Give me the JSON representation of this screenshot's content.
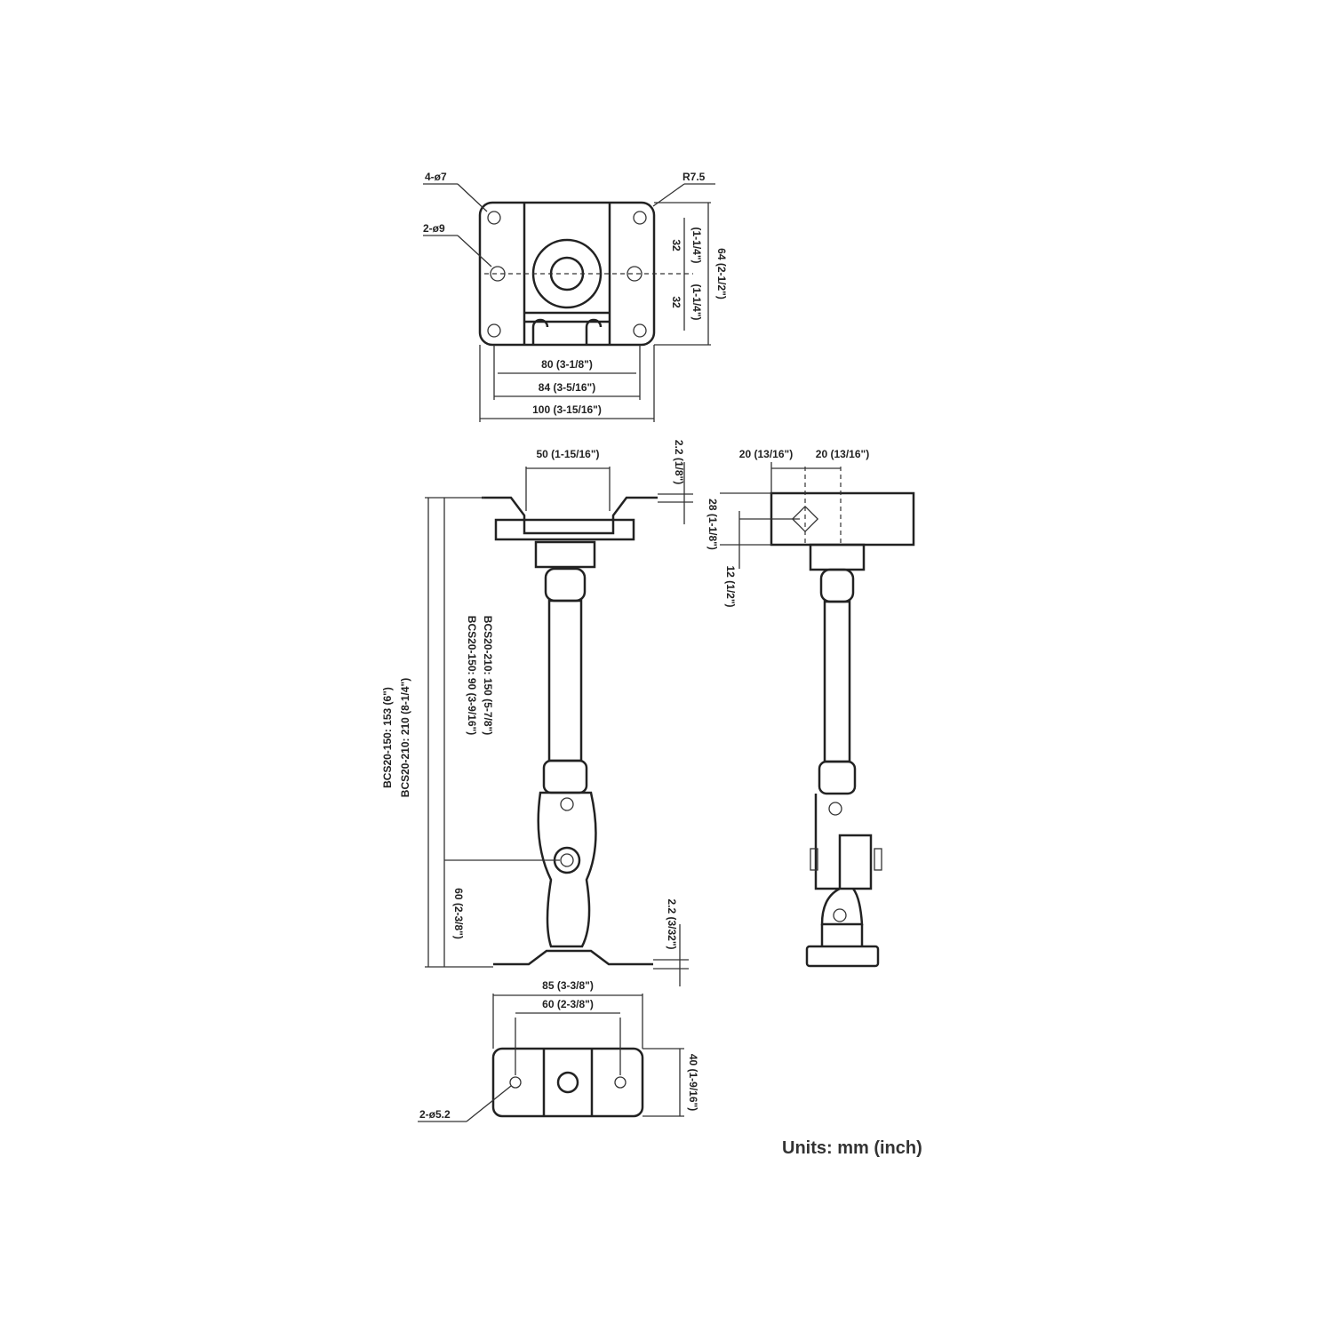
{
  "drawing": {
    "top_view": {
      "hole_corner": "4-ø7",
      "radius": "R7.5",
      "hole_side": "2-ø9",
      "v_dim_upper": "32",
      "v_dim_lower": "32",
      "v_dim_upper_inch": "(1-1/4\")",
      "v_dim_lower_inch": "(1-1/4\")",
      "v_dim_total": "64 (2-1/2\")",
      "h_dim_1": "80 (3-1/8\")",
      "h_dim_2": "84 (3-5/16\")",
      "h_dim_3": "100 (3-15/16\")"
    },
    "front_view": {
      "top_width": "50 (1-15/16\")",
      "top_thickness": "2.2 (1/8\")",
      "length_150_total": "BCS20-150: 153 (6\")",
      "length_210_total": "BCS20-210: 210 (8-1/4\")",
      "length_150_pivot": "BCS20-150: 90 (3-9/16\")",
      "length_210_pivot": "BCS20-210: 150 (5-7/8\")",
      "pivot_to_base": "60 (2-3/8\")",
      "base_thickness": "2.2 (3/32\")"
    },
    "side_view": {
      "width_left": "20 (13/16\")",
      "width_right": "20 (13/16\")",
      "height": "28 (1-1/8\")",
      "offset": "12 (1/2\")"
    },
    "bottom_view": {
      "outer_width": "85 (3-3/8\")",
      "hole_spacing": "60 (2-3/8\")",
      "height": "40 (1-9/16\")",
      "holes": "2-ø5.2"
    },
    "units": "Units: mm (inch)"
  }
}
